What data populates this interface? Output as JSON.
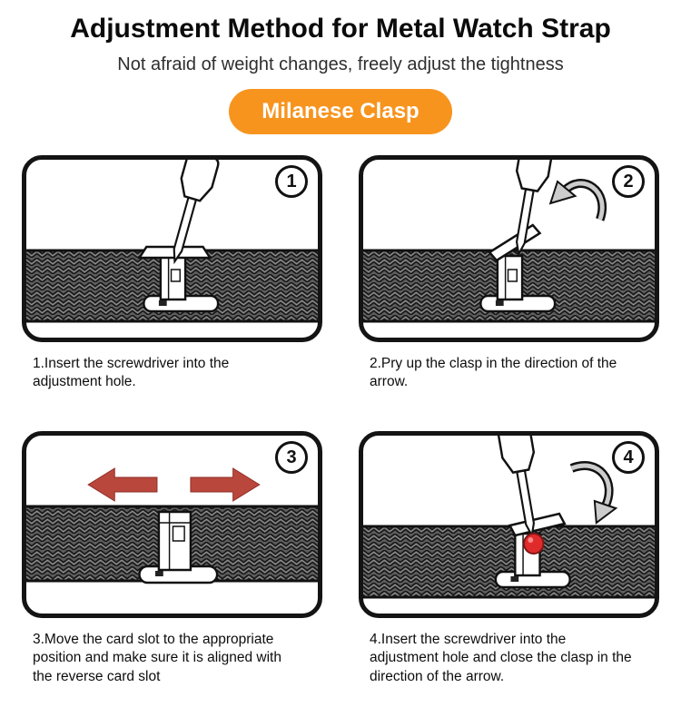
{
  "header": {
    "title": "Adjustment Method for Metal Watch Strap",
    "subtitle": "Not afraid of weight changes, freely adjust the tightness",
    "badge": "Milanese Clasp"
  },
  "colors": {
    "badge_bg": "#f7941e",
    "badge_text": "#ffffff",
    "arrow_red": "#b9473c",
    "dot_red": "#e02b2b",
    "outline_black": "#141414",
    "mesh_gray": "#5e5e5e"
  },
  "steps": [
    {
      "number": "1",
      "caption": "1.Insert the screwdriver into the adjustment hole.",
      "illustration": "screwdriver-inserted-into-clasp-on-mesh-strap"
    },
    {
      "number": "2",
      "caption": "2.Pry up the clasp in the direction of the arrow.",
      "illustration": "screwdriver-prying-clasp-open-with-curved-arrow"
    },
    {
      "number": "3",
      "caption": "3.Move the card slot to the appropriate position and make sure it is aligned with the reverse card slot",
      "illustration": "clasp-slot-with-red-left-right-arrows"
    },
    {
      "number": "4",
      "caption": "4.Insert the screwdriver into the adjustment hole and close the clasp in the direction of the arrow.",
      "illustration": "screwdriver-on-red-adjustment-hole-with-curved-arrow"
    }
  ]
}
